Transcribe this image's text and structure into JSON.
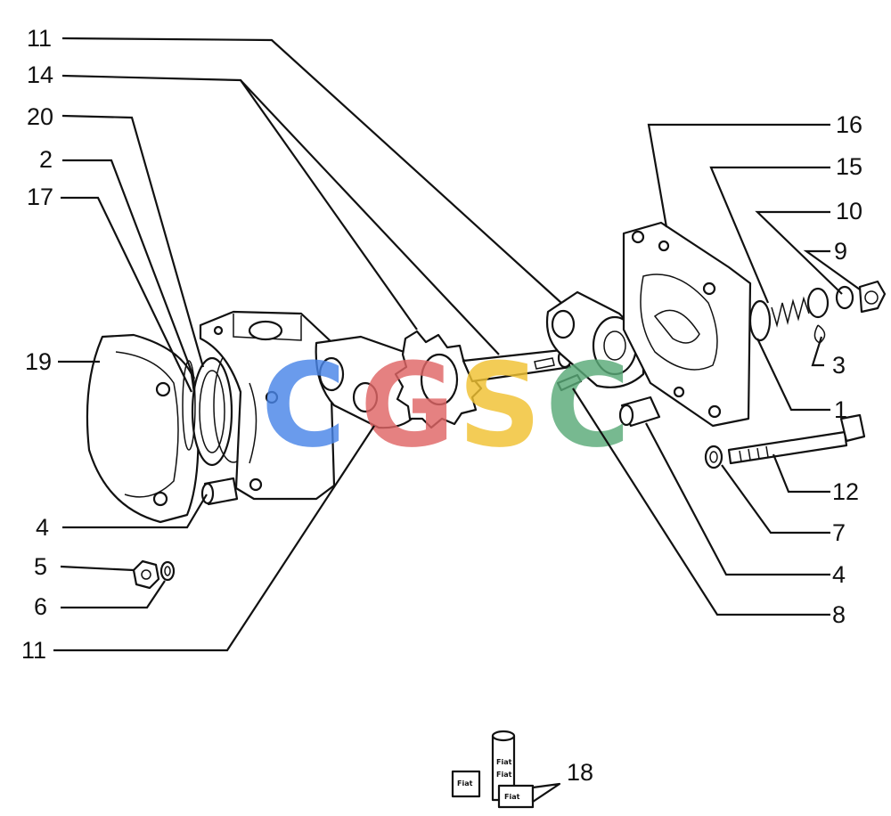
{
  "watermark": {
    "letters": [
      "C",
      "G",
      "S",
      "C"
    ],
    "colors": [
      "#4a86e8",
      "#e06666",
      "#f1c232",
      "#5aaa78"
    ]
  },
  "callouts": {
    "left": [
      "11",
      "14",
      "20",
      "2",
      "17",
      "19",
      "4",
      "5",
      "6",
      "11"
    ],
    "right": [
      "16",
      "15",
      "10",
      "9",
      "3",
      "1",
      "12",
      "7",
      "4",
      "8"
    ],
    "bottom": "18"
  },
  "kit_labels": [
    "Fiat",
    "Fiat",
    "Fiat",
    "Fiat"
  ],
  "colors": {
    "ink": "#111111",
    "paper": "#ffffff"
  }
}
